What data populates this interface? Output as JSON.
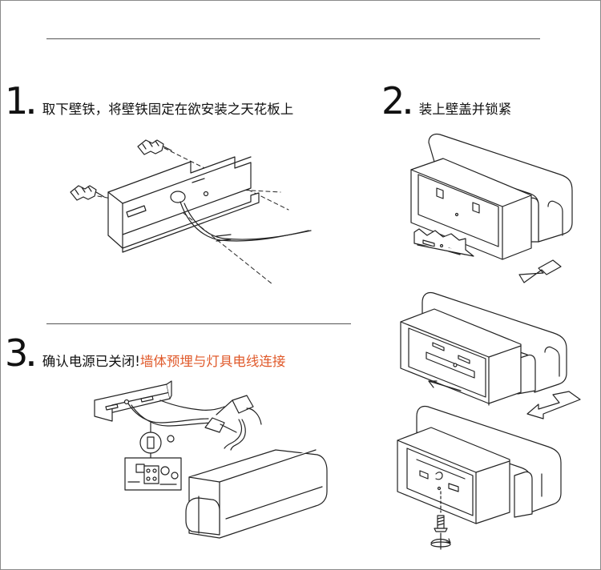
{
  "steps": [
    {
      "number": "1",
      "text": "取下壁铁，将壁铁固定在欲安装之天花板上",
      "highlight": ""
    },
    {
      "number": "2",
      "text": "装上壁盖并锁紧",
      "highlight": ""
    },
    {
      "number": "3",
      "text": "确认电源已关闭!",
      "highlight": "墙体预埋与灯具电线连接"
    }
  ],
  "colors": {
    "highlight": "#e05a2b",
    "line": "#222222",
    "rule": "#555555"
  }
}
